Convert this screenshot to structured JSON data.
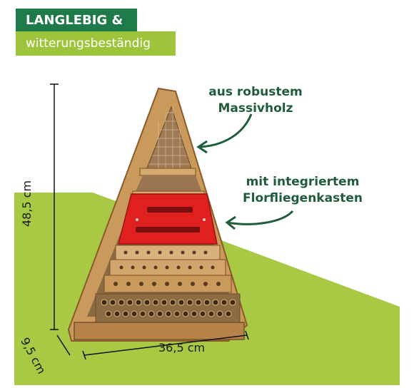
{
  "headline": {
    "line1": "LANGLEBIG &",
    "line2": "witterungsbeständig"
  },
  "callouts": [
    {
      "line1": "aus robustem",
      "line2": "Massivholz"
    },
    {
      "line1": "mit integriertem",
      "line2": "Florfliegenkasten"
    }
  ],
  "dimensions": {
    "height": "48,5 cm",
    "width": "36,5 cm",
    "depth": "9,5 cm"
  },
  "colors": {
    "brand_green": "#1f7a4a",
    "accent_lime": "#9dc43a",
    "callout_text": "#1f5c3a",
    "box_red": "#e0201e",
    "wood": "#c99a5b"
  }
}
